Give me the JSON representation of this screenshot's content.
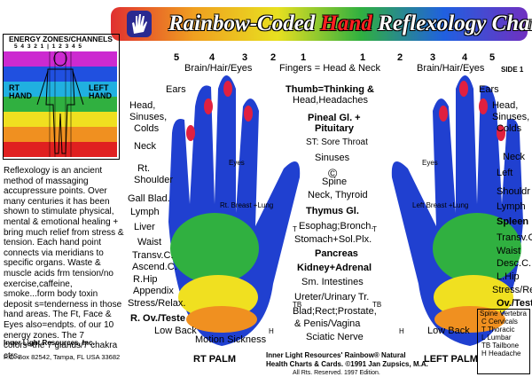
{
  "title": {
    "pre": "Rainbow-Coded ",
    "hand": "Hand",
    "post": " Reflexology Chart"
  },
  "energy_zones": {
    "title": "ENERGY ZONES/CHANNELS",
    "numbers": "5 4 3 2 1 | 1 2 3 4 5",
    "rt_hand": "RT\nHAND",
    "left_hand": "LEFT\nHAND",
    "bands": [
      "#cc2ad0",
      "#2050e0",
      "#20b0e0",
      "#30b040",
      "#f0e020",
      "#f09020",
      "#e02020"
    ]
  },
  "intro": {
    "text": "Reflexology is an ancient method of massaging accupressure points. Over many centuries it has been shown to stimulate physical, mental & emotional healing + bring much relief from stress & tension. Each hand point connects via meridians to specific organs. Waste & muscle acids frm tension/no exercise,caffeine, smoke...form body toxin deposit s=tenderness in those hand areas. The Ft, Face & Eyes also=endpts. of our 10 energy zones. The 7 colors=the 7 glands/7 chakra ctrs."
  },
  "publisher": {
    "name": "Inner Light Resources, Inc.",
    "address": "P.O. Box 82542, Tampa, FL USA 33682"
  },
  "finger_numbers_left": [
    "5",
    "4",
    "3",
    "2",
    "1"
  ],
  "finger_numbers_right": [
    "1",
    "2",
    "3",
    "4",
    "5"
  ],
  "side_label": "SIDE 1",
  "labels_left": [
    "Ears",
    "Head,",
    "Sinuses,",
    "Colds",
    "Neck",
    "Rt.",
    "Shoulder",
    "Gall Blad.",
    "Lymph",
    "Liver",
    "Waist",
    "Transv.C.",
    "Ascend.C.",
    "R.Hip",
    "Appendix",
    "Stress/Relax.",
    "R. Ov./Teste",
    "Low Back"
  ],
  "labels_center": [
    "Brain/Hair/Eyes",
    "Fingers = Head & Neck",
    "Thumb=Thinking &",
    "Head,Headaches",
    "Pineal Gl. +",
    "Pituitary",
    "ST: Sore Throat",
    "Sinuses",
    "©",
    "Spine",
    "Neck, Thyroid",
    "Thymus Gl.",
    "Esophag;Bronch.",
    "Stomach+Sol.Plx.",
    "Pancreas",
    "Kidney+Adrenal",
    "Sm. Intestines",
    "Ureter/Urinary Tr.",
    "Blad;Rect;Prostate,",
    "& Penis/Vagina",
    "Sciatic Nerve",
    "Motion Sickness"
  ],
  "labels_right": [
    "Brain/Hair/Eyes",
    "Ears",
    "Head,",
    "Sinuses,",
    "Colds",
    "Neck",
    "Left",
    "Shouldr",
    "Lymph",
    "Spleen",
    "Transv.C.",
    "Waist",
    "Desc.C.",
    "L.Hip",
    "Stress/Red.",
    "Ov./Teste",
    "Low Back"
  ],
  "hand_labels": [
    "Eyes",
    "Rt. Breast +Lung",
    "Left Breast +Lung",
    "Eyes",
    "T",
    "TB",
    "H",
    "T",
    "TB",
    "H"
  ],
  "palms": {
    "rt": "RT PALM",
    "left": "LEFT PALM"
  },
  "footer": {
    "line1": "Inner Light Resources' Rainbow® Natural",
    "line2": "Health Charts & Cards. ©1991 Jan Zupsics, M.A.",
    "line3": "All Rts. Reserved. 1997 Edition."
  },
  "spine_vertebra": {
    "title": "Spine Vertebra",
    "items": [
      "C Cervicals",
      "T Thoracic",
      "L Lumbar",
      "TB Tailbone",
      "H Headache"
    ]
  }
}
